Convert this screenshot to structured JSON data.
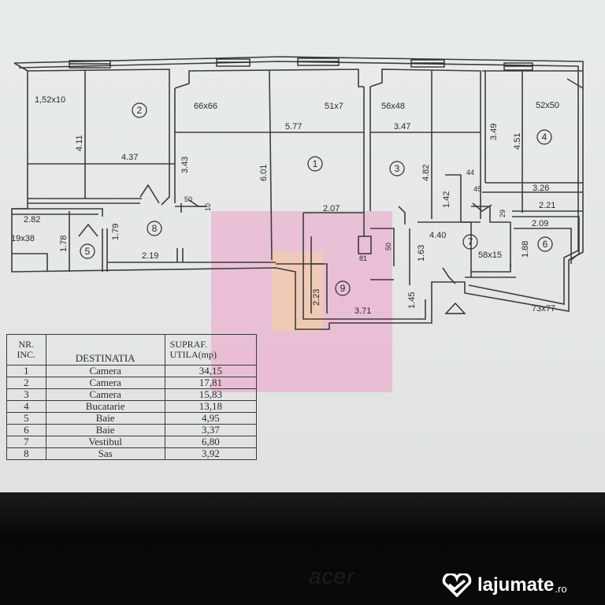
{
  "rooms": [
    {
      "n": "1"
    },
    {
      "n": "2"
    },
    {
      "n": "3"
    },
    {
      "n": "4"
    },
    {
      "n": "5"
    },
    {
      "n": "6"
    },
    {
      "n": "7"
    },
    {
      "n": "8"
    },
    {
      "n": "9"
    }
  ],
  "dimensions": {
    "d_152x10": "1,52x10",
    "d_411": "4.11",
    "d_437": "4.37",
    "d_343": "3.43",
    "d_66x66": "66x66",
    "d_577": "5.77",
    "d_601": "6.01",
    "d_51x7": "51x7",
    "d_56x48": "56x48",
    "d_347": "3.47",
    "d_482": "4.82",
    "d_142": "1.42",
    "d_44": "44",
    "d_349": "3.49",
    "d_451": "4.51",
    "d_52x50": "52x50",
    "d_326": "3.26",
    "d_45": "45",
    "d_221": "2.21",
    "d_209": "2.09",
    "d_29": "29",
    "d_188": "1.88",
    "d_58x15": "58x15",
    "d_73x77": "73x77",
    "d_282": "2.82",
    "d_19x38": "19x38",
    "d_178": "1.78",
    "d_179": "1.79",
    "d_219": "2.19",
    "d_50a": "50",
    "d_10": "10",
    "d_207": "2.07",
    "d_81": "81",
    "d_50b": "50",
    "d_163": "1.63",
    "d_440": "4.40",
    "d_223": "2.23",
    "d_371": "3.71",
    "d_145": "1.45"
  },
  "table": {
    "header": {
      "nr": "NR.",
      "inc": "INC.",
      "dest": "DESTINATIA",
      "supr": "SUPRAF.",
      "util": "UTILA(mp)"
    },
    "rows": [
      {
        "nr": "1",
        "dest": "Camera",
        "area": "34,15"
      },
      {
        "nr": "2",
        "dest": "Camera",
        "area": "17,81"
      },
      {
        "nr": "3",
        "dest": "Camera",
        "area": "15,83"
      },
      {
        "nr": "4",
        "dest": "Bucatarie",
        "area": "13,18"
      },
      {
        "nr": "5",
        "dest": "Baie",
        "area": "4,95"
      },
      {
        "nr": "6",
        "dest": "Baie",
        "area": "3,37"
      },
      {
        "nr": "7",
        "dest": "Vestibul",
        "area": "6,80"
      },
      {
        "nr": "8",
        "dest": "Sas",
        "area": "3,92"
      }
    ]
  },
  "bezel": {
    "brand": "acer"
  },
  "watermark": {
    "text": "lajumate",
    "tld": ".ro"
  },
  "colors": {
    "line": "#3d3d3d",
    "overlay": "#ee9fc9",
    "overlay_core": "#f3d49a"
  }
}
